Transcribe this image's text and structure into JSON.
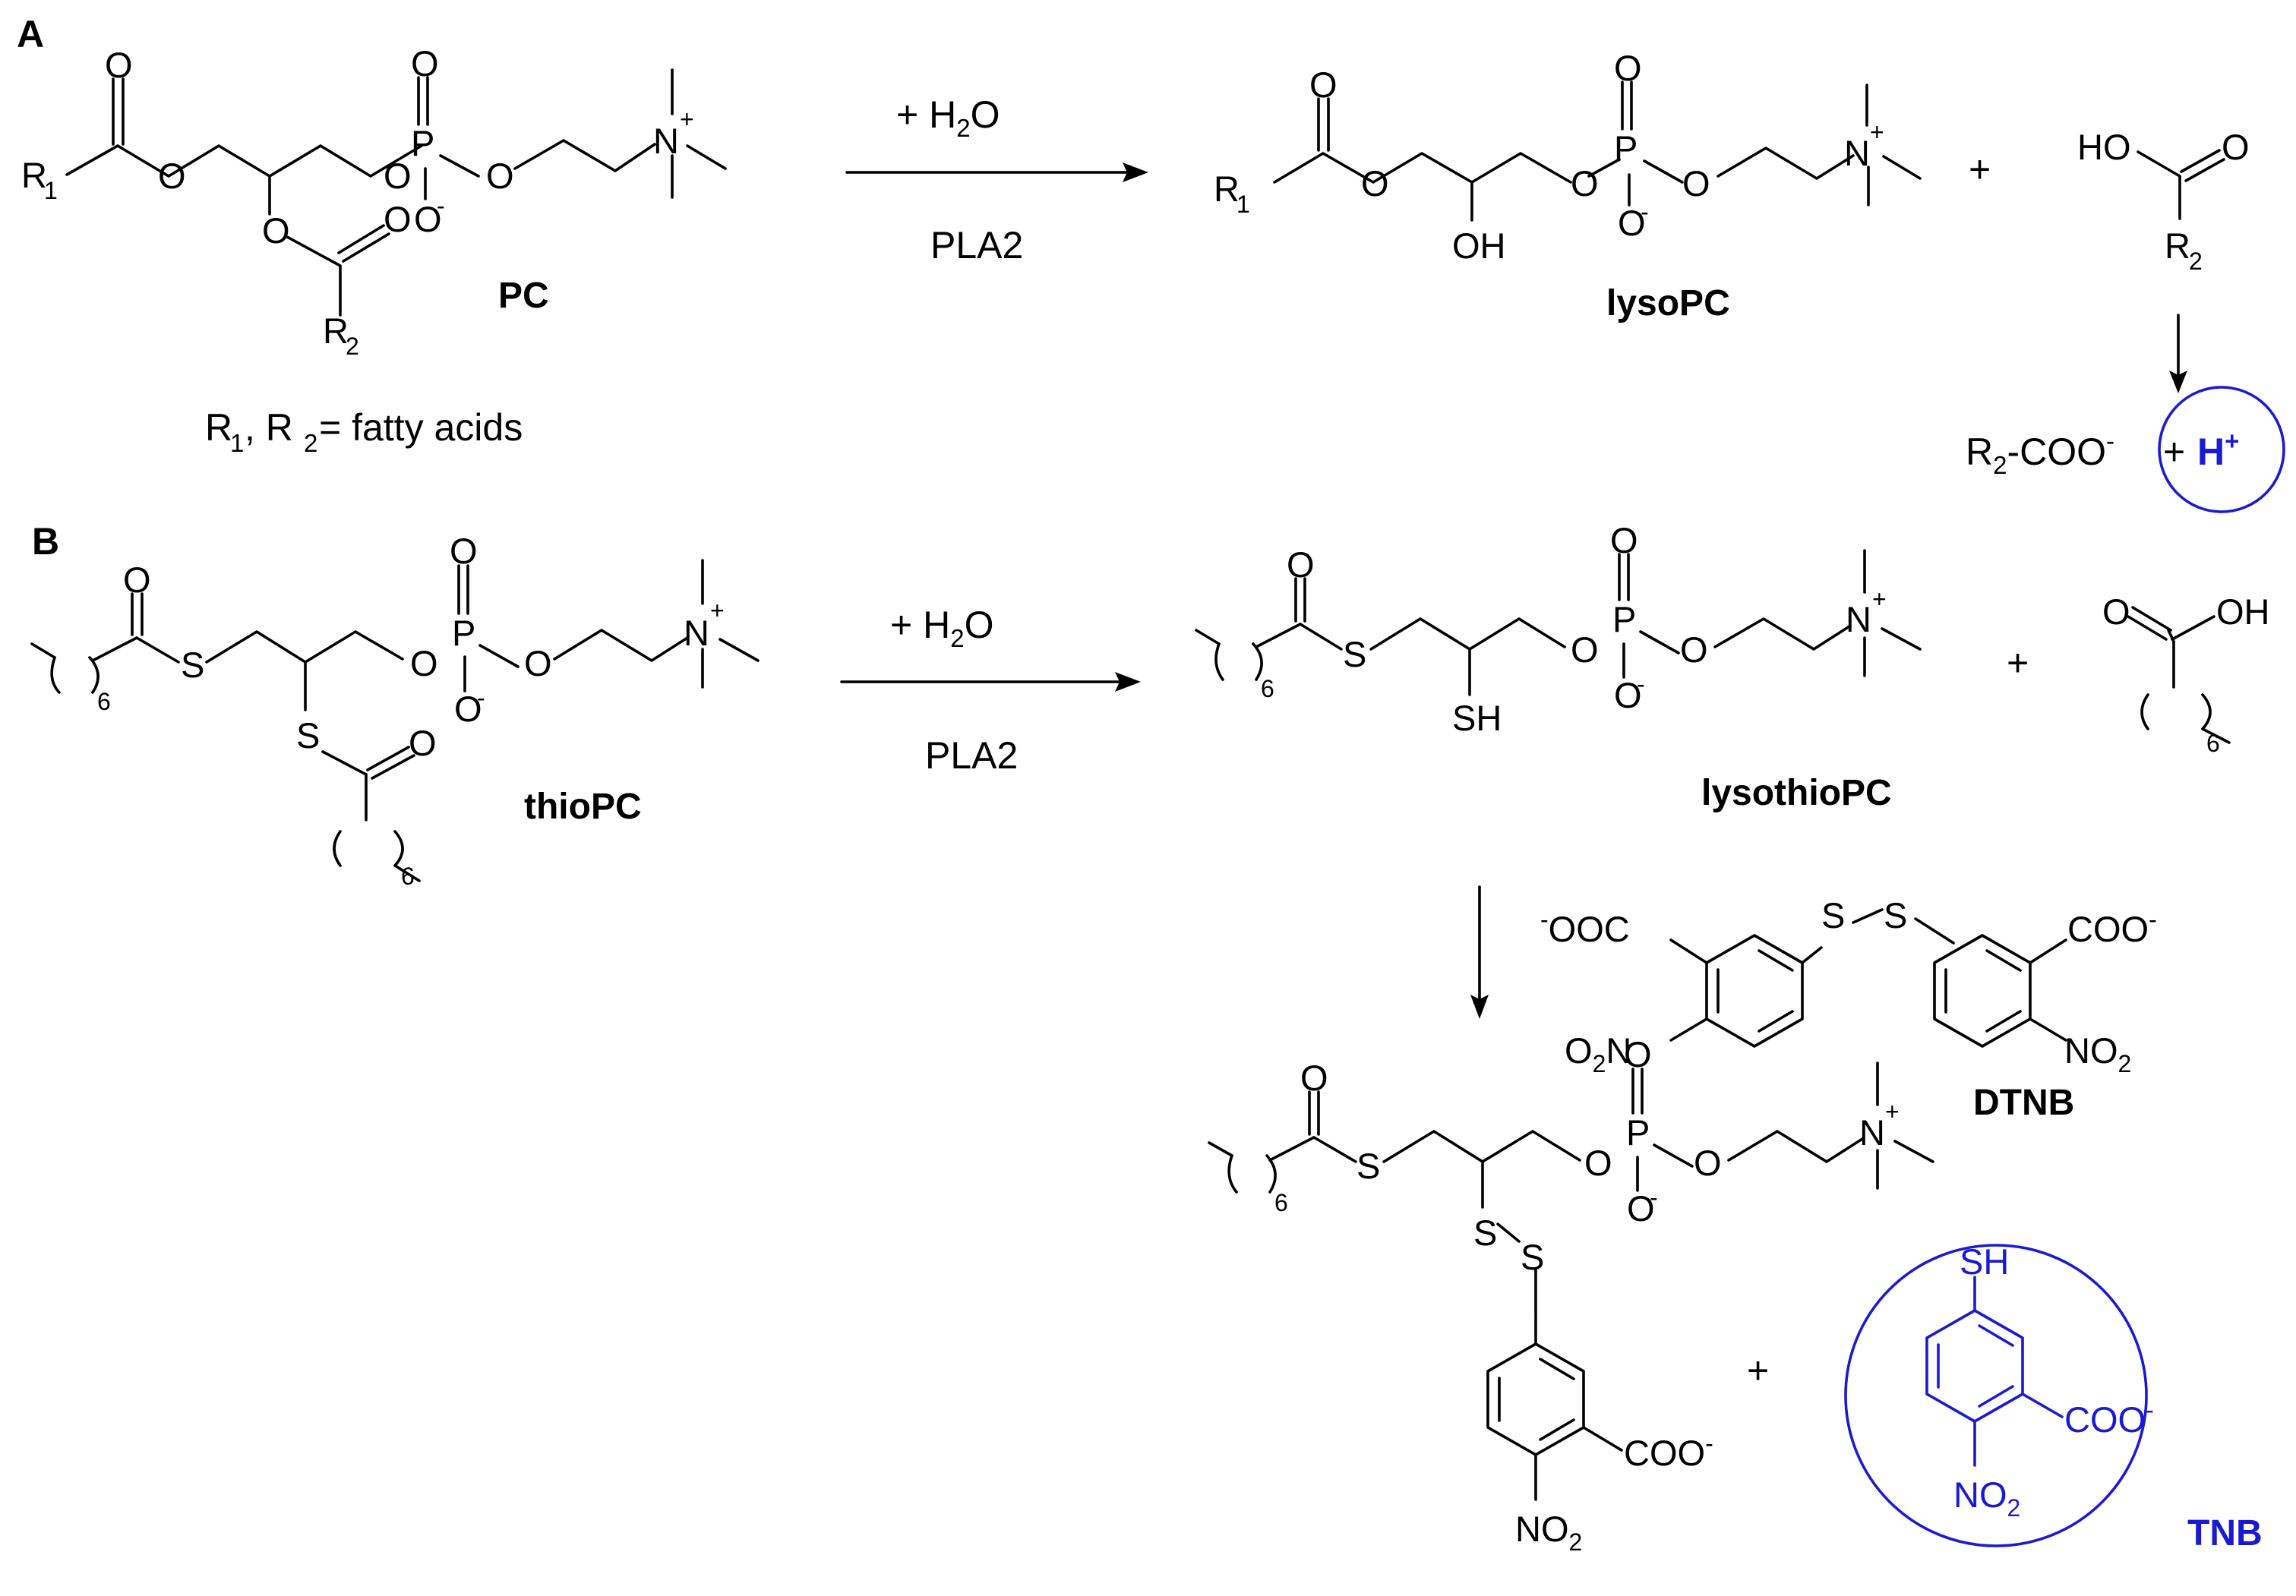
{
  "panel_a": {
    "letter": "A",
    "reagent": "+ H",
    "reagent_sub": "2",
    "reagent_tail": "O",
    "enzyme": "PLA2",
    "substrate_label": "PC",
    "product_label": "lysoPC",
    "plus": "+",
    "legend_r1": "R",
    "legend_r1_sub": "1",
    "legend_mid": ", R",
    "legend_r2_sub": "2",
    "legend_tail": " = fatty acids",
    "carboxylate_r": "R",
    "carboxylate_sub": "2",
    "carboxylate_tail": "-COO",
    "carboxylate_charge": "-",
    "proton_plus": "+ ",
    "proton": "H",
    "proton_charge": "+"
  },
  "panel_b": {
    "letter": "B",
    "reagent": "+ H",
    "reagent_sub": "2",
    "reagent_tail": "O",
    "enzyme": "PLA2",
    "substrate_label": "thioPC",
    "product_label": "lysothioPC",
    "plus": "+",
    "dtnb_label": "DTNB",
    "tnb_label": "TNB",
    "plus2": "+"
  },
  "atoms": {
    "O": "O",
    "P": "P",
    "N": "N",
    "S": "S",
    "R": "R",
    "sub1": "1",
    "sub2": "2",
    "sub6": "6",
    "charge_minus": "-",
    "charge_plus": "+",
    "OH": "OH",
    "HO": "HO",
    "SH": "SH",
    "COO": "COO",
    "OOC": "OOC",
    "NO": "NO",
    "O2": "O"
  },
  "colors": {
    "ink": "#000000",
    "highlight": "#1a1ad4",
    "background": "#ffffff"
  }
}
